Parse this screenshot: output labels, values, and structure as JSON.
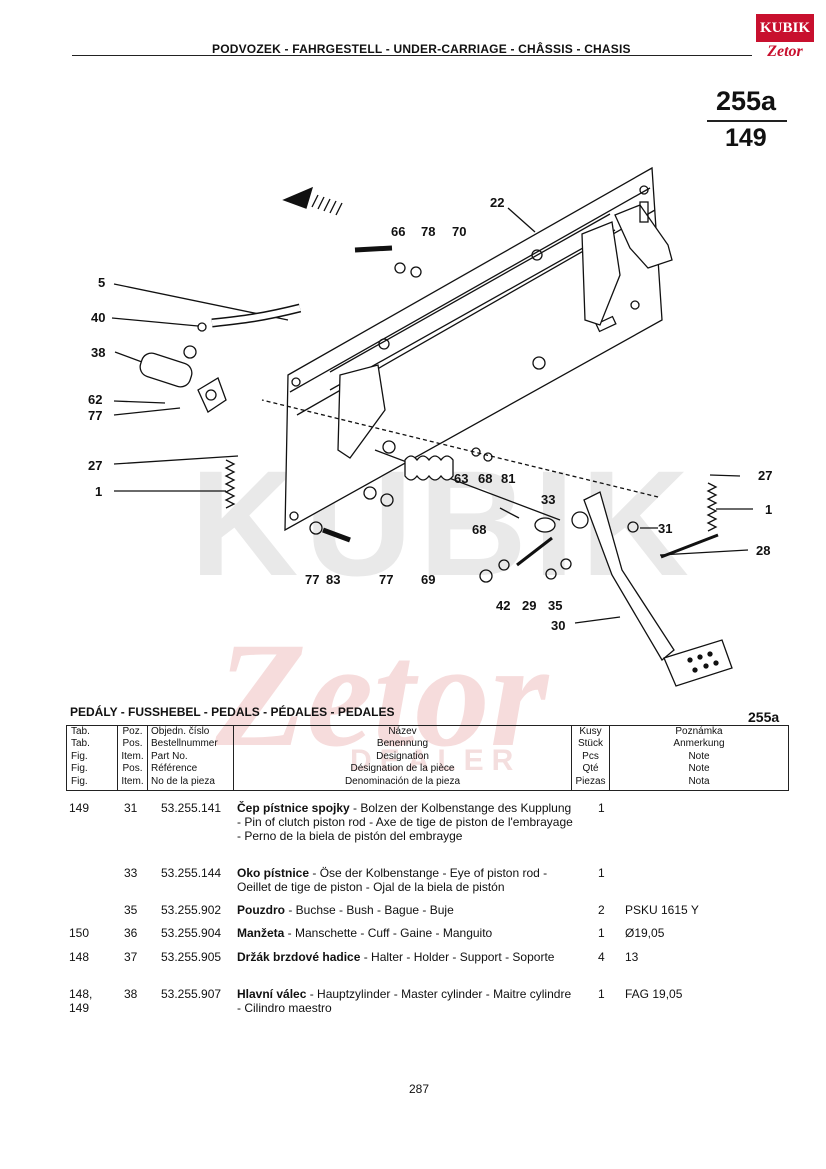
{
  "header": {
    "title": "PODVOZEK - FAHRGESTELL - UNDER-CARRIAGE - CHÂSSIS - CHASIS"
  },
  "logo": {
    "top": "KUBIK",
    "bottom": "Zetor"
  },
  "page_ref": {
    "top": "255a",
    "bottom": "149"
  },
  "watermark": {
    "brand": "KUBIK",
    "logo": "Zetor",
    "sub": "DEALER"
  },
  "callouts": [
    "5",
    "40",
    "38",
    "62",
    "77",
    "27",
    "1",
    "66",
    "78",
    "70",
    "22",
    "63",
    "68",
    "81",
    "33",
    "68",
    "77",
    "83",
    "77",
    "69",
    "27",
    "1",
    "31",
    "28",
    "42",
    "29",
    "35",
    "30"
  ],
  "section": {
    "title": "PEDÁLY - FUSSHEBEL - PEDALS - PÉDALES - PEDALES",
    "code": "255a"
  },
  "table_header": {
    "tab": [
      "Tab.",
      "Tab.",
      "Fig.",
      "Fig.",
      "Fig."
    ],
    "pos": [
      "Poz.",
      "Pos.",
      "Item.",
      "Pos.",
      "Item."
    ],
    "num": [
      "Objedn. číslo",
      "Bestellnummer",
      "Part No.",
      "Référence",
      "No de la pieza"
    ],
    "name": [
      "Název",
      "Benennung",
      "Designation",
      "Désignation de la pièce",
      "Denominación de la pieza"
    ],
    "qty": [
      "Kusy",
      "Stück",
      "Pcs",
      "Qté",
      "Piezas"
    ],
    "note": [
      "Poznámka",
      "Anmerkung",
      "Note",
      "Note",
      "Nota"
    ]
  },
  "rows": [
    {
      "tab": "149",
      "pos": "31",
      "num": "53.255.141",
      "name": "Čep pístnice spojky",
      "desc": " - Bolzen der Kolbenstange des Kupplung - Pin of clutch piston rod - Axe de tige de piston de l'embrayage - Perno de la biela de pistón del embrayge",
      "qty": "1",
      "note": ""
    },
    {
      "tab": "",
      "pos": "33",
      "num": "53.255.144",
      "name": "Oko pístnice",
      "desc": " - Öse der Kolbenstange - Eye of piston rod - Oeillet de tige de piston - Ojal de la biela de pistón",
      "qty": "1",
      "note": ""
    },
    {
      "tab": "",
      "pos": "35",
      "num": "53.255.902",
      "name": "Pouzdro",
      "desc": " - Buchse - Bush - Bague - Buje",
      "qty": "2",
      "note": "PSKU 1615 Y"
    },
    {
      "tab": "150",
      "pos": "36",
      "num": "53.255.904",
      "name": "Manžeta",
      "desc": " - Manschette - Cuff - Gaine - Manguito",
      "qty": "1",
      "note": "Ø19,05"
    },
    {
      "tab": "148",
      "pos": "37",
      "num": "53.255.905",
      "name": "Držák brzdové hadice",
      "desc": " - Halter - Holder - Support - Soporte",
      "qty": "4",
      "note": "13"
    },
    {
      "tab": "148, 149",
      "pos": "38",
      "num": "53.255.907",
      "name": "Hlavní válec",
      "desc": " - Hauptzylinder - Master cylinder - Maitre cylindre - Cilindro maestro",
      "qty": "1",
      "note": "FAG 19,05"
    }
  ],
  "footer": {
    "page": "287"
  }
}
